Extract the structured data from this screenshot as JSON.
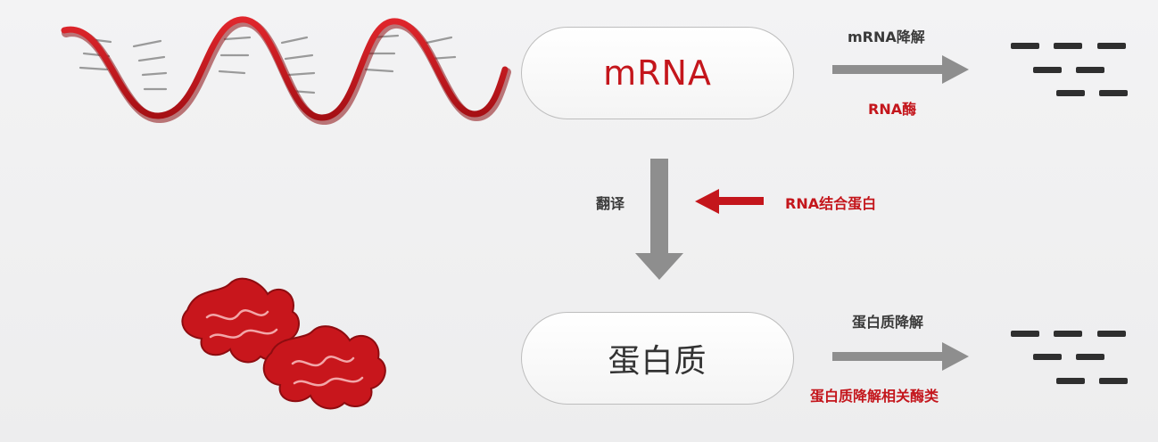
{
  "nodes": {
    "mrna": "mRNA",
    "protein": "蛋白质"
  },
  "labels": {
    "mrna_degradation": "mRNA降解",
    "rna_enzyme": "RNA酶",
    "translation": "翻译",
    "rna_binding_protein": "RNA结合蛋白",
    "protein_degradation": "蛋白质降解",
    "protein_degradation_enzymes": "蛋白质降解相关酶类"
  },
  "colors": {
    "accent_red": "#c4161c",
    "arrow_gray": "#8e8e8e",
    "fragment_dark": "#2f2f2f",
    "base_pair_gray": "#9a9a9a"
  },
  "icons": {
    "rna_strand": "rna-helix-icon",
    "protein_blob": "protein-structure-icon",
    "fragments": "degraded-fragments-icon"
  }
}
